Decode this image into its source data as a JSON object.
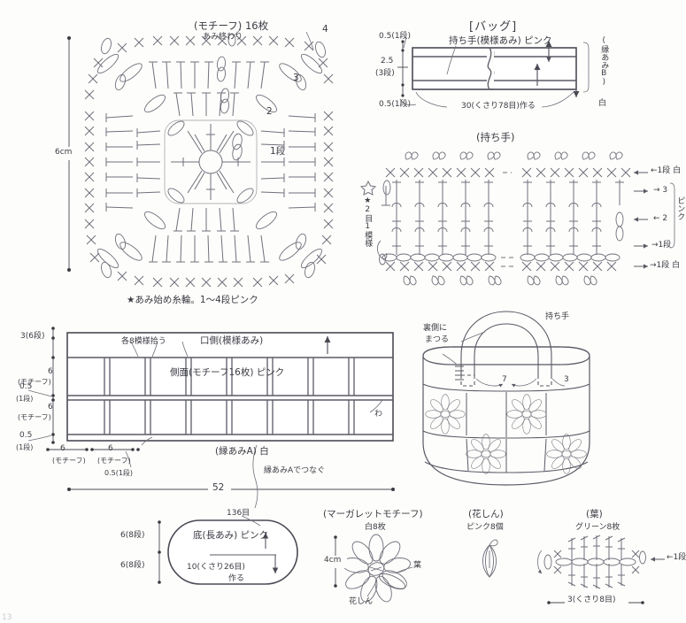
{
  "page": {
    "number": "13"
  },
  "motif": {
    "title": "(モチーフ) 16枚",
    "end_label": "あみ終わり",
    "round_labels": [
      "1段",
      "2",
      "3",
      "4"
    ],
    "height_dim": "6cm",
    "note": "★あみ始め糸輪。1～4段ピンク"
  },
  "bag_heading": "[バッグ]",
  "handle_flat": {
    "top_dim": "0.5(1段)",
    "mid_dim_1": "2.5",
    "mid_dim_2": "(3段)",
    "bottom_dim": "0.5(1段)",
    "title": "持ち手(模様あみ) ピンク",
    "chain_note": "30(くさり78目)作る",
    "right_label": "(縁あみB)",
    "right_color": "白"
  },
  "handle_chart": {
    "title": "(持ち手)",
    "left_note": "★2目1模様",
    "row_top": "←1段 白",
    "row_3": "→ 3",
    "row_2": "← 2",
    "row_1": "→1段",
    "row_bottom": "→1段 白",
    "color_bracket": "ピンク"
  },
  "body_schematic": {
    "left_dims": [
      "3(6段)",
      "6",
      "(モチーフ)",
      "0.5",
      "(1段)",
      "6",
      "(モチーフ)",
      "0.5",
      "(1段)"
    ],
    "pickup_note": "各8模様拾う",
    "mouth_label": "口側(模様あみ)",
    "side_label": "側面(モチーフ16枚) ピンク",
    "edge_a_label": "(縁あみA) 白",
    "join_note": "縁あみAでつなぐ",
    "fold_label": "わ",
    "bottom_dims": [
      "6",
      "(モチーフ)",
      "6",
      "(モチーフ)",
      "0.5(1段)"
    ],
    "total_width": "52"
  },
  "bag_illustration": {
    "handle_label": "持ち手",
    "sew_note_1": "裏側に",
    "sew_note_2": "まつる",
    "dim_7": "7",
    "dim_3": "3"
  },
  "base": {
    "stitch_count": "136目",
    "title": "底(長あみ) ピンク",
    "chain_note_1": "10(くさり26目)",
    "chain_note_2": "作る",
    "left_dim_1": "6(8段)",
    "left_dim_2": "6(8段)"
  },
  "flower": {
    "title": "(マーガレットモチーフ)",
    "count": "白8枚",
    "size": "4cm",
    "center_label": "花しん",
    "leaf_label": "葉"
  },
  "flower_center": {
    "title": "(花しん)",
    "count": "ピンク8個"
  },
  "leaf": {
    "title": "(葉)",
    "count": "グリーン8枚",
    "row_label": "←1段",
    "chain_dim": "3(くさり8目)"
  }
}
